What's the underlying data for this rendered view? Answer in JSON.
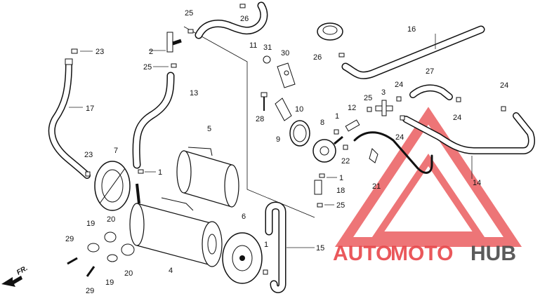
{
  "callouts": {
    "c1a": "1",
    "c1b": "1",
    "c1c": "1",
    "c1d": "1",
    "c2": "2",
    "c3": "3",
    "c4": "4",
    "c5": "5",
    "c6": "6",
    "c7": "7",
    "c8": "8",
    "c9": "9",
    "c10": "10",
    "c11": "11",
    "c12": "12",
    "c13": "13",
    "c14": "14",
    "c15": "15",
    "c16": "16",
    "c17": "17",
    "c18": "18",
    "c19a": "19",
    "c19b": "19",
    "c20a": "20",
    "c20b": "20",
    "c21": "21",
    "c22": "22",
    "c23a": "23",
    "c23b": "23",
    "c24a": "24",
    "c24b": "24",
    "c24c": "24",
    "c24d": "24",
    "c25a": "25",
    "c25b": "25",
    "c25c": "25",
    "c25d": "25",
    "c26a": "26",
    "c26b": "26",
    "c27": "27",
    "c28": "28",
    "c29a": "29",
    "c29b": "29",
    "c30": "30",
    "c31": "31"
  },
  "front_arrow": {
    "label": "FR."
  },
  "watermark": {
    "part_auto": "AUTO",
    "part_moto": "MOTO",
    "part_hub": "HUB",
    "color_red": "#e8474a",
    "color_gray": "#4a4a4a"
  }
}
